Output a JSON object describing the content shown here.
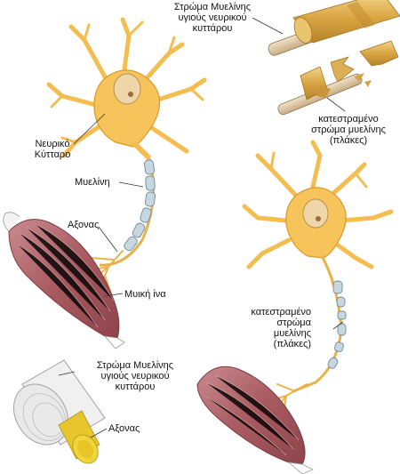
{
  "labels": {
    "healthy_myelin_top": "Στρώμα Μυελίνης\nυγιούς νευρικού\nκυττάρου",
    "damaged_myelin_top": "κατεστραμένο\nστρώμα μυελίνης\n(πλάκες)",
    "nerve_cell": "Νευρικό\nΚύτταρο",
    "myelin": "Μυελίνη",
    "axon": "Αξονας",
    "muscle_fiber": "Μυική ίνα",
    "damaged_myelin_right": "κατεστραμένο\nστρώμα\nμυελίνης\n(πλάκες)",
    "healthy_myelin_bottom": "Στρώμα Μυελίνης\nυγιούς νευρικού\nκυττάρου",
    "axon_bottom": "Αξονας"
  },
  "colors": {
    "neuron_fill": "#f6c45a",
    "neuron_stroke": "#c98f22",
    "nucleus": "#e8d2a6",
    "myelin": "#c7d7df",
    "muscle": "#b46b70",
    "cylinder": "#e3b75a"
  }
}
